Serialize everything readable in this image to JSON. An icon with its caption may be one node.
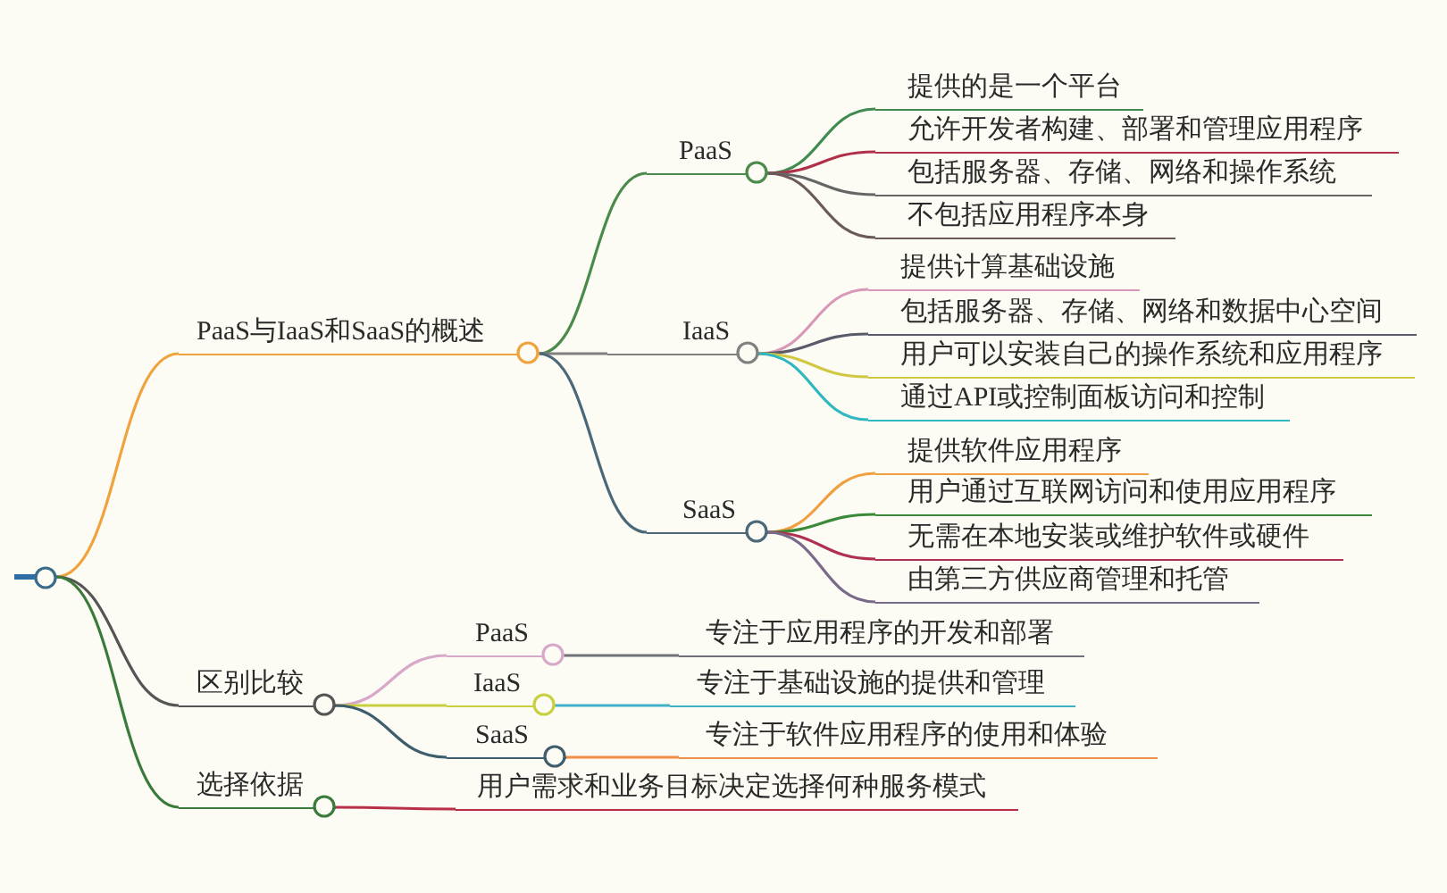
{
  "diagram": {
    "nodes": [
      {
        "text": [],
        "shape": "circle"
      },
      {
        "text": [
          "PaaS与IaaS和SaaS的概述"
        ]
      },
      {
        "text": [
          "PaaS"
        ]
      },
      {
        "text": [
          "提供的是一个平台"
        ]
      },
      {
        "text": [
          "允许开发者构建、部署和管理应用程序"
        ]
      },
      {
        "text": [
          "包括服务器、存储、网络和操作系统"
        ]
      },
      {
        "text": [
          "不包括应用程序本身"
        ]
      },
      {
        "text": [
          "IaaS"
        ]
      },
      {
        "text": [
          "提供计算基础设施"
        ]
      },
      {
        "text": [
          "包括服务器、存储、网络和数据中心空间"
        ]
      },
      {
        "text": [
          "用户可以安装自己的操作系统和应用程序"
        ]
      },
      {
        "text": [
          "通过API或控制面板访问和控制"
        ]
      },
      {
        "text": [
          "SaaS"
        ]
      },
      {
        "text": [
          "提供软件应用程序"
        ]
      },
      {
        "text": [
          "用户通过互联网访问和使用应用程序"
        ]
      },
      {
        "text": [
          "无需在本地安装或维护软件或硬件"
        ]
      },
      {
        "text": [
          "由第三方供应商管理和托管"
        ]
      },
      {
        "text": [
          "区别比较"
        ]
      },
      {
        "text": [
          "PaaS"
        ]
      },
      {
        "text": [
          "专注于应用程序的开发和部署"
        ]
      },
      {
        "text": [
          "IaaS"
        ]
      },
      {
        "text": [
          "专注于基础设施的提供和管理"
        ]
      },
      {
        "text": [
          "SaaS"
        ]
      },
      {
        "text": [
          "专注于软件应用程序的使用和体验"
        ]
      },
      {
        "text": [
          "选择依据"
        ]
      },
      {
        "text": [
          "用户需求和业务目标决定选择何种服务模式"
        ]
      }
    ],
    "edges": [
      {
        "from": 0,
        "to": 1,
        "arrow": "none",
        "color": "#f0a23c"
      },
      {
        "from": 1,
        "to": 2,
        "arrow": "none",
        "color": "#4a8a4a"
      },
      {
        "from": 2,
        "to": 3,
        "arrow": "none",
        "color": "#3f8a4f"
      },
      {
        "from": 2,
        "to": 4,
        "arrow": "none",
        "color": "#b0304a"
      },
      {
        "from": 2,
        "to": 5,
        "arrow": "none",
        "color": "#666666"
      },
      {
        "from": 2,
        "to": 6,
        "arrow": "none",
        "color": "#6a5a5a"
      },
      {
        "from": 1,
        "to": 7,
        "arrow": "none",
        "color": "#808080"
      },
      {
        "from": 7,
        "to": 8,
        "arrow": "none",
        "color": "#d898b8"
      },
      {
        "from": 7,
        "to": 9,
        "arrow": "none",
        "color": "#5a5a6a"
      },
      {
        "from": 7,
        "to": 10,
        "arrow": "none",
        "color": "#d0c840"
      },
      {
        "from": 7,
        "to": 11,
        "arrow": "none",
        "color": "#30b8c0"
      },
      {
        "from": 1,
        "to": 12,
        "arrow": "none",
        "color": "#4a6878"
      },
      {
        "from": 12,
        "to": 13,
        "arrow": "none",
        "color": "#f0a040"
      },
      {
        "from": 12,
        "to": 14,
        "arrow": "none",
        "color": "#3a8a3a"
      },
      {
        "from": 12,
        "to": 15,
        "arrow": "none",
        "color": "#b03050"
      },
      {
        "from": 12,
        "to": 16,
        "arrow": "none",
        "color": "#7a6a8a"
      },
      {
        "from": 0,
        "to": 17,
        "arrow": "none",
        "color": "#555555"
      },
      {
        "from": 17,
        "to": 18,
        "arrow": "none",
        "color": "#d8a8c8"
      },
      {
        "from": 18,
        "to": 19,
        "arrow": "none",
        "color": "#707078"
      },
      {
        "from": 17,
        "to": 20,
        "arrow": "none",
        "color": "#c8d040"
      },
      {
        "from": 20,
        "to": 21,
        "arrow": "none",
        "color": "#40b0c8"
      },
      {
        "from": 17,
        "to": 22,
        "arrow": "none",
        "color": "#3e5e6e"
      },
      {
        "from": 22,
        "to": 23,
        "arrow": "none",
        "color": "#f09048"
      },
      {
        "from": 0,
        "to": 24,
        "arrow": "none",
        "color": "#3a7a3a"
      },
      {
        "from": 24,
        "to": 25,
        "arrow": "none",
        "color": "#b83048"
      }
    ]
  }
}
